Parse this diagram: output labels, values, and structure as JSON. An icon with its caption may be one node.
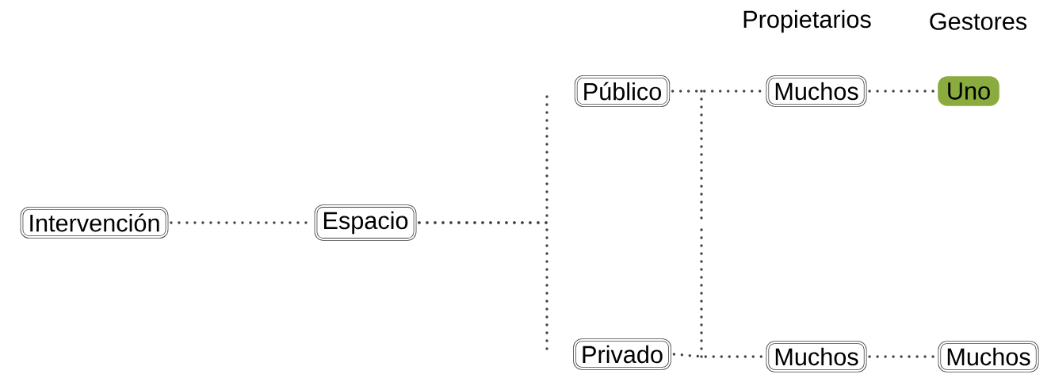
{
  "diagram": {
    "nodes": [
      {
        "text": [
          "Intervención"
        ]
      },
      {
        "text": [
          "Espacio"
        ]
      },
      {
        "text": [
          "Público"
        ]
      },
      {
        "text": [
          "Privado"
        ]
      },
      {
        "text": [
          "Muchos"
        ]
      },
      {
        "text": [
          "Uno"
        ]
      },
      {
        "text": [
          "Muchos"
        ]
      },
      {
        "text": [
          "Muchos"
        ]
      }
    ],
    "edges": [
      {
        "from": 0,
        "to": 1,
        "arrow": "none"
      },
      {
        "from": 1,
        "to": 2,
        "arrow": "none"
      },
      {
        "from": 1,
        "to": 3,
        "arrow": "none"
      },
      {
        "from": 2,
        "to": 4,
        "arrow": "none"
      },
      {
        "from": 3,
        "to": 6,
        "arrow": "none"
      },
      {
        "from": 4,
        "to": 5,
        "arrow": "none"
      },
      {
        "from": 6,
        "to": 7,
        "arrow": "none"
      }
    ],
    "labels": [
      "Propietarios",
      "Gestores"
    ]
  }
}
